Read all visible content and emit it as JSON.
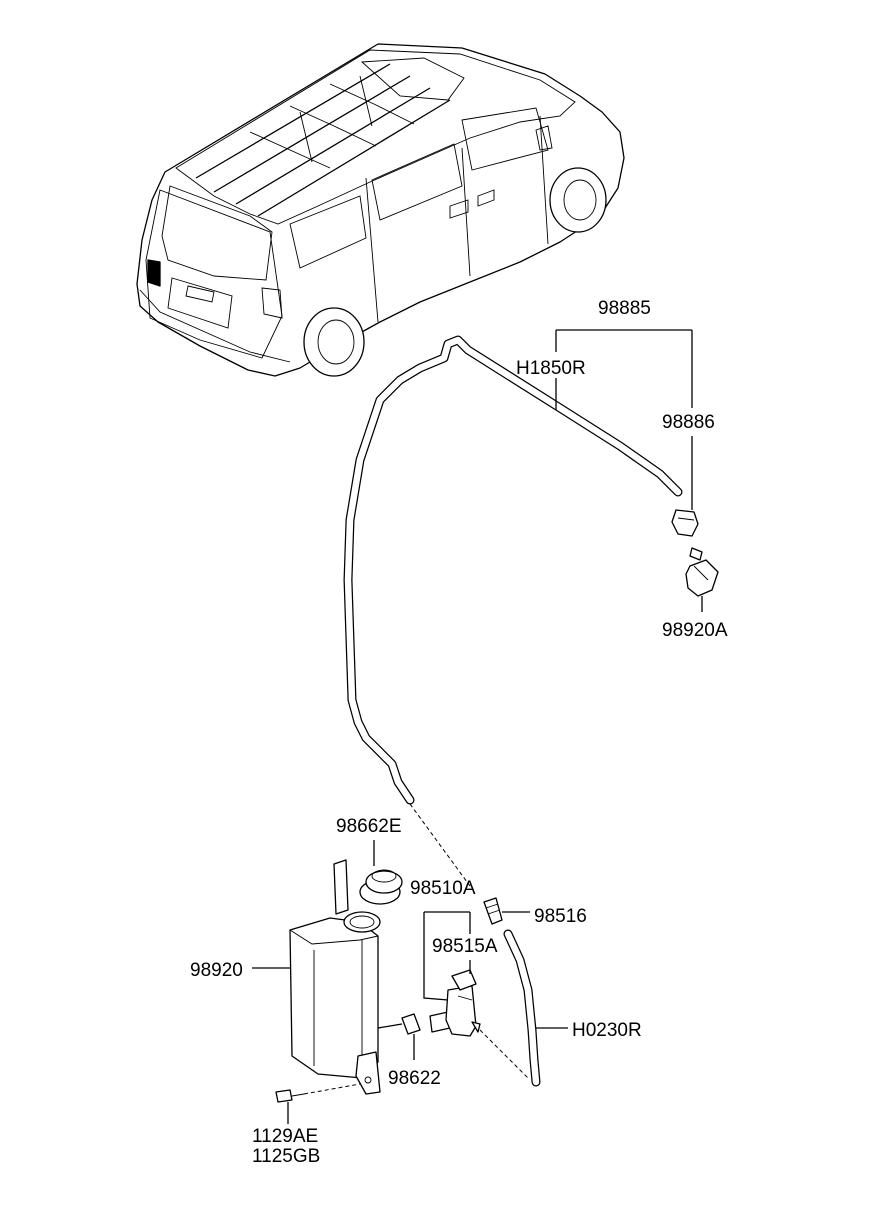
{
  "diagram": {
    "labels": {
      "p98885": "98885",
      "h1850r": "H1850R",
      "p98886": "98886",
      "p98920a": "98920A",
      "p98662e": "98662E",
      "p98510a": "98510A",
      "p98516": "98516",
      "p98515a": "98515A",
      "p98920": "98920",
      "h0230r": "H0230R",
      "p98622": "98622",
      "p1129ae": "1129AE",
      "p1125gb": "1125GB"
    }
  }
}
